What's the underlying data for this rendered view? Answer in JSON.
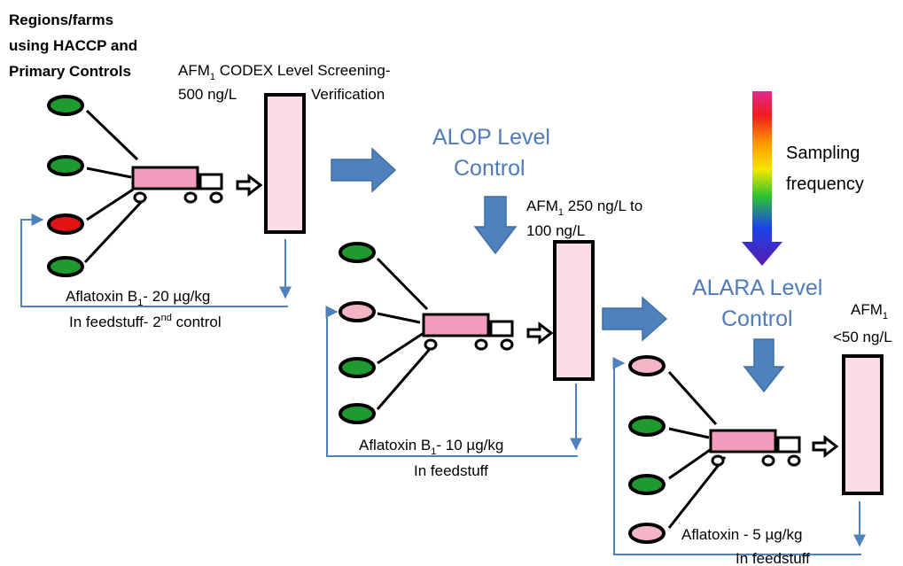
{
  "colors": {
    "oval_green": "#1e9a2e",
    "oval_red": "#e01414",
    "oval_pink": "#f4b6c6",
    "truck_fill": "#f29bbd",
    "box_fill": "#fbdde6",
    "arrow_blue": "#4f81bd",
    "title_blue": "#4f7cb8"
  },
  "header": {
    "line1": "Regions/farms",
    "line2": "using HACCP and",
    "line3": "Primary Controls"
  },
  "stage1": {
    "codex_pre": "AFM",
    "codex_sub": "1",
    "codex_post": " CODEX Level Screening-",
    "level": "500 ng/L",
    "verification": "Verification",
    "feed_pre": "Aflatoxin B",
    "feed_sub": "1",
    "feed_post": "- 20 µg/kg",
    "control_pre": "In feedstuff- 2",
    "control_sup": "nd",
    "control_post": " control",
    "ovals": [
      "green",
      "green",
      "red",
      "green"
    ]
  },
  "stage2": {
    "title1": "ALOP Level",
    "title2": "Control",
    "afm_pre": "AFM",
    "afm_sub": "1",
    "afm_post": " 250 ng/L to",
    "afm_line2": "100 ng/L",
    "feed_pre": "Aflatoxin B",
    "feed_sub": "1",
    "feed_post": "- 10 µg/kg",
    "feed_line2": "In feedstuff",
    "ovals": [
      "green",
      "pink",
      "green",
      "green"
    ]
  },
  "stage3": {
    "title1": "ALARA Level",
    "title2": "Control",
    "afm_pre": "AFM",
    "afm_sub": "1",
    "afm_line2": "<50 ng/L",
    "feed": "Aflatoxin - 5 µg/kg",
    "feed_line2": "In feedstuff",
    "ovals": [
      "pink",
      "green",
      "green",
      "pink"
    ]
  },
  "sampling": {
    "line1": "Sampling",
    "line2": "frequency"
  }
}
